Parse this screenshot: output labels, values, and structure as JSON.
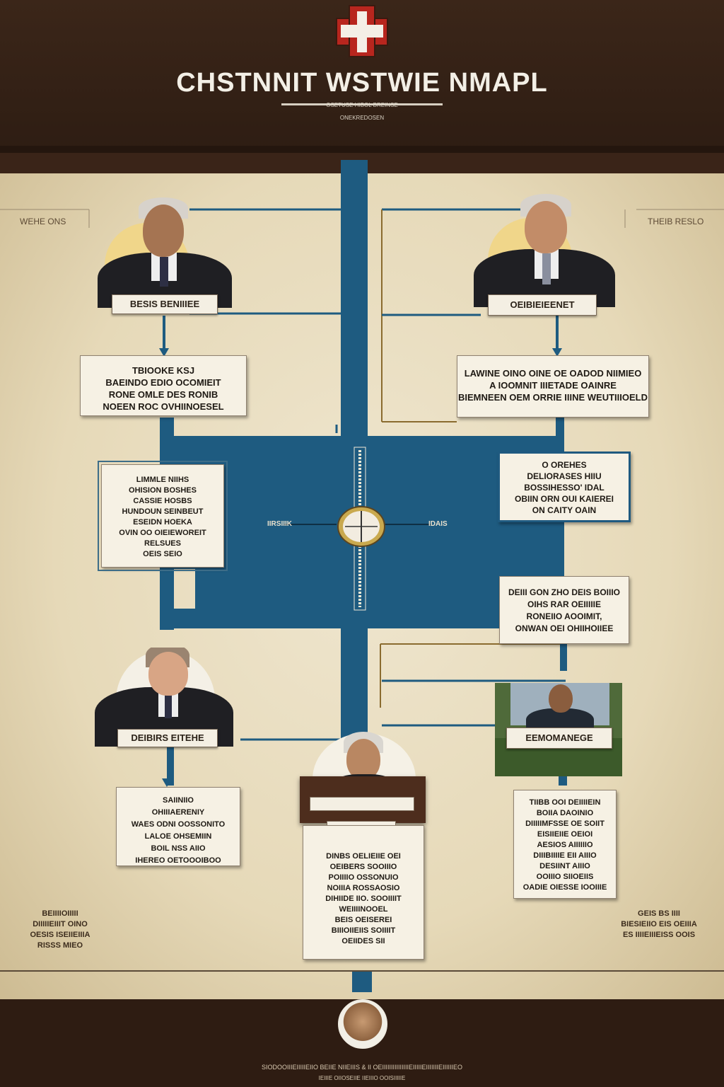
{
  "header": {
    "title": "CHSTNNIT WSTWIE NMAPL",
    "subtitle_1": "OSETUSE HIBOL BREINSE",
    "subtitle_2": "ONEKREDOSEN",
    "cross_icon": "red-cross-emblem-icon"
  },
  "side_labels": {
    "top_left": "WEHE ONS",
    "top_right": "THEIB RESLO"
  },
  "people": [
    {
      "id": "top-left",
      "name": "BESIS BENIIIEE"
    },
    {
      "id": "top-right",
      "name": "OEIBIEIEENET"
    },
    {
      "id": "lower-left",
      "name": "DEIBIRS EITEHE"
    },
    {
      "id": "lower-right",
      "name": "EEMOMANEGE"
    },
    {
      "id": "bottom-center",
      "name": ""
    }
  ],
  "cards": {
    "top_left": [
      "TBIOOKE KSJ",
      "BAEINDO EDIO OCOMIEIT",
      "RONE OMLE DES RONIB",
      "NOEEN ROC OVHIINOESEL"
    ],
    "top_right": [
      "LAWINE OINO OINE OE OADOD NIIMIEO",
      "A IOOMNIT IIIETADE OAINRE",
      "BIEMNEEN OEM ORRIE IIINE WEUTIIIOELD"
    ],
    "mid_left": [
      "LIMMLE NIIHS",
      "OHISION BOSHES",
      "CASSIE HOSBS",
      "HUNDOUN SEINBEUT",
      "ESEIDN HOEKA",
      "OVIN OO OIEIEWOREIT",
      "RELSUES",
      "OEIS SEIO"
    ],
    "mid_right": [
      "O OREHES",
      "DELIORASES HIIU",
      "BOSSIHESSO' IDAL",
      "OBIIN ORN OUI KAIEREI",
      "ON CAITY OAIN"
    ],
    "lower_right_mid": [
      "DEIII GON ZHO DEIS BOIIIO",
      "OIHS RAR OEIIIIIE",
      "RONEIIO AOOIMIT,",
      "ONWAN OEI OHIIHOIIEE"
    ],
    "lower_left": [
      "SAIINIIO",
      "OHIIIAERENIY",
      "WAES ODNI OOSSONITO",
      "LALOE OHSEMIIN",
      "BOIL NSS AIIO",
      "IHEREO OETOOOIBOO"
    ],
    "center_bottom": [
      "DINBS OELIEIIE OEI",
      "OEIBERS SOOIIIO",
      "POIIIIO OSSONUIO",
      "NOIIIA ROSSAOSIO",
      "DIHIIDE IIO. SOOIIIIT",
      "WEIIIINOOEL",
      "BEIS OEISEREI",
      "BIIIOIIEIIS SOIIIIT",
      "OEIIDES SII"
    ],
    "lower_right": [
      "TIIBB OOI DEIIIIEIN",
      "BOIIA DAOINIO",
      "DIIIIIMFSSE OE SOIIT",
      "EISIIEIIE OEIOI",
      "AESIOS AIIIIIIO",
      "DIIIBIIIIE EII AIIIO",
      "DESIINT AIIIO",
      "OOIIIO SIIOEIIS",
      "OADIE OIESSE IOOIIIE"
    ]
  },
  "center_labels": {
    "left": "IIRSIIIK",
    "right": "IDAIS",
    "compass_icon": "compass-medallion-icon"
  },
  "side_blocks": {
    "left": [
      "BEIIIIOIIIII",
      "DIIIIIEIIIT OINO",
      "OESIS ISEIIEIIIA",
      "RISSS MIEO"
    ],
    "right": [
      "GEIS BS IIII",
      "BIESIEIIO EIS OEIIIA",
      "ES IIIIEIIIEISS OOIS"
    ]
  },
  "footer": {
    "text_1": "SIODOOIIIEIIIIIEIIO BEIIE NIIEIIIS & II OEIIIIIIIIIIIIIIIEIIIIIEIIIIIIIEIIIIIIEO",
    "text_2": "IEIIIE OIIOSEIIE IIEIIIO OOISIIIIIE",
    "avatar_icon": "person-portrait-icon"
  }
}
